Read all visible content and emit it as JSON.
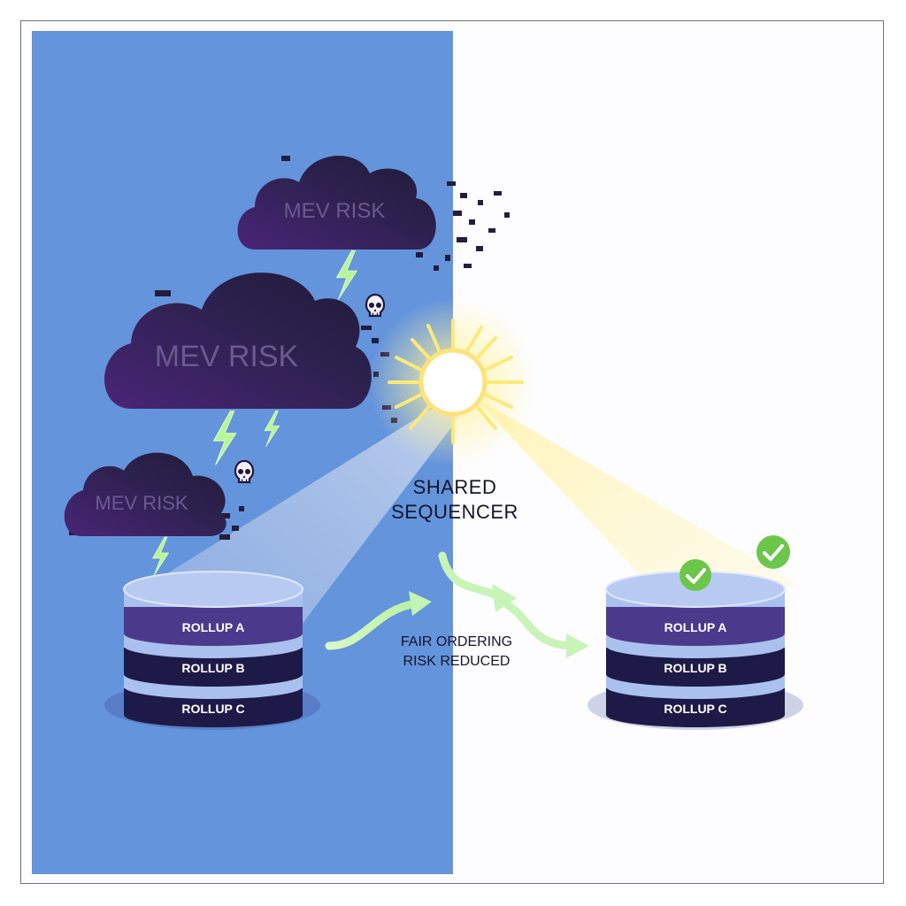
{
  "clouds": [
    {
      "label": "MEV RISK"
    },
    {
      "label": "MEV RISK"
    },
    {
      "label": "MEV RISK"
    }
  ],
  "sequencer": {
    "line1": "SHARED",
    "line2": "SEQUENCER"
  },
  "transition": {
    "line1": "FAIR ORDERING",
    "line2": "RISK REDUCED"
  },
  "left_stack": {
    "layers": [
      "ROLLUP A",
      "ROLLUP B",
      "ROLLUP C"
    ]
  },
  "right_stack": {
    "layers": [
      "ROLLUP A",
      "ROLLUP B",
      "ROLLUP C"
    ]
  },
  "colors": {
    "left_background": "#6494dc",
    "right_background": "#fdfdff",
    "cloud_dark": "#241d3e",
    "cloud_purple": "#4a2578",
    "cloud_text": "#6a5a8e",
    "lightning": "#b8f49a",
    "sun_glow": "#fff3a0",
    "beam_left": "#b8c8e8",
    "beam_right": "#fff4b0",
    "layer_purple": "#4b3a8c",
    "layer_dark": "#1e1a48",
    "layer_light": "#aac0ee",
    "check_green": "#6cc64a",
    "arrow_green": "#c4f4b4"
  },
  "icons": [
    "skull-icon",
    "lightning-icon",
    "sun-icon",
    "check-icon",
    "curved-arrow-icon"
  ]
}
